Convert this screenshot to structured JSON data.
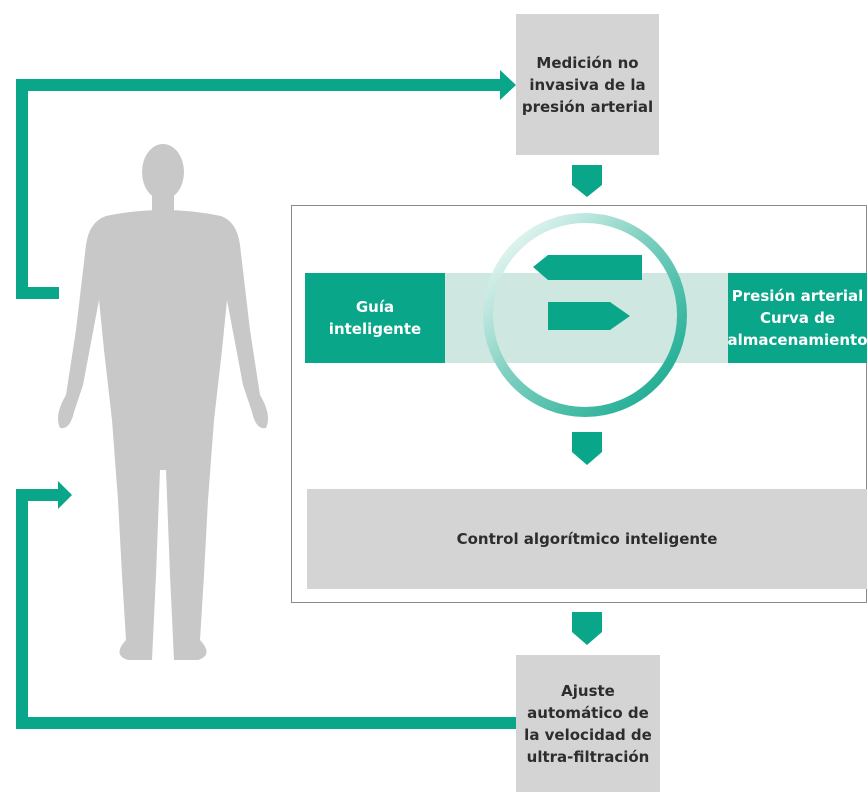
{
  "diagram": {
    "measurement_box": "Medición no\ninvasiva de la\npresión arterial",
    "guide_box": "Guía\ninteligente",
    "pressure_box": "Presión arterial\nCurva de\nalmacenamiento",
    "control_box": "Control algorítmico inteligente",
    "adjust_box": "Ajuste\nautomático de\nla velocidad de\nultra-filtración"
  },
  "colors": {
    "accent": "#0aa68a",
    "box_grey": "#d4d4d4",
    "band": "#cfe7e1",
    "body_silhouette": "#c8c8c8"
  }
}
